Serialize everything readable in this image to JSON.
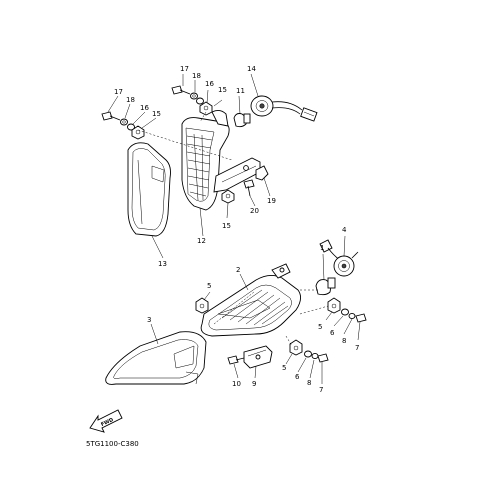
{
  "diagram_code": "5TG1100-C380",
  "forward_arrow_label": "FWD",
  "callouts": {
    "c1": "1",
    "c2": "2",
    "c3": "3",
    "c4": "4",
    "c5a": "5",
    "c5b": "5",
    "c5c": "5",
    "c6a": "6",
    "c6b": "6",
    "c7a": "7",
    "c7b": "7",
    "c8a": "8",
    "c8b": "8",
    "c9": "9",
    "c10": "10",
    "c11": "11",
    "c12": "12",
    "c13": "13",
    "c14": "14",
    "c15a": "15",
    "c15b": "15",
    "c15c": "15",
    "c16a": "16",
    "c16b": "16",
    "c17a": "17",
    "c17b": "17",
    "c18a": "18",
    "c18b": "18",
    "c19": "19",
    "c20": "20"
  }
}
